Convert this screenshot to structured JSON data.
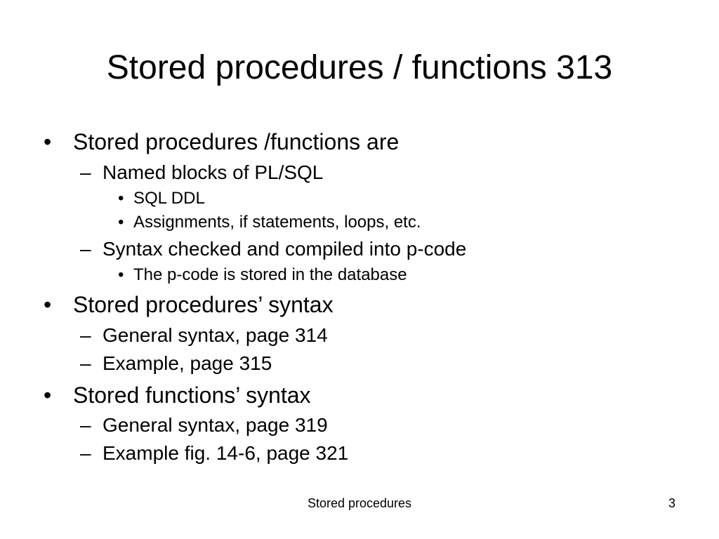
{
  "slide": {
    "title": "Stored procedures / functions 313",
    "bullets": [
      {
        "level": 1,
        "marker": "•",
        "text": "Stored procedures /functions are"
      },
      {
        "level": 2,
        "marker": "–",
        "text": "Named blocks of PL/SQL"
      },
      {
        "level": 3,
        "marker": "•",
        "text": "SQL DDL"
      },
      {
        "level": 3,
        "marker": "•",
        "text": "Assignments, if statements, loops, etc."
      },
      {
        "level": 2,
        "marker": "–",
        "text": "Syntax checked and compiled into p-code"
      },
      {
        "level": 3,
        "marker": "•",
        "text": "The p-code is stored in the database"
      },
      {
        "level": 1,
        "marker": "•",
        "text": "Stored procedures’ syntax"
      },
      {
        "level": 2,
        "marker": "–",
        "text": "General syntax, page 314"
      },
      {
        "level": 2,
        "marker": "–",
        "text": "Example, page 315"
      },
      {
        "level": 1,
        "marker": "•",
        "text": "Stored functions’ syntax"
      },
      {
        "level": 2,
        "marker": "–",
        "text": "General syntax, page 319"
      },
      {
        "level": 2,
        "marker": "–",
        "text": "Example fig. 14-6, page 321"
      }
    ],
    "footer": {
      "center_text": "Stored procedures",
      "page_number": "3"
    }
  }
}
